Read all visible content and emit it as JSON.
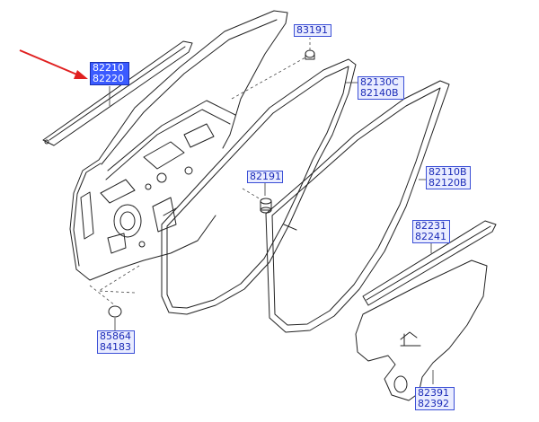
{
  "callouts": {
    "c82210": {
      "line1": "82210",
      "line2": "82220"
    },
    "c83191": {
      "line1": "83191"
    },
    "c82130": {
      "line1": "82130C",
      "line2": "82140B"
    },
    "c82191": {
      "line1": "82191"
    },
    "c82110": {
      "line1": "82110B",
      "line2": "82120B"
    },
    "c82231": {
      "line1": "82231",
      "line2": "82241"
    },
    "c85864": {
      "line1": "85864",
      "line2": "84183"
    },
    "c82391": {
      "line1": "82391",
      "line2": "82392"
    }
  },
  "colors": {
    "callout_fill": "#e9ecff",
    "callout_border": "#3b4fd6",
    "highlight_fill": "#3b5bff",
    "arrow": "#e02020",
    "line_art": "#222222"
  },
  "icons": {
    "pointer": "red-arrow-icon"
  }
}
